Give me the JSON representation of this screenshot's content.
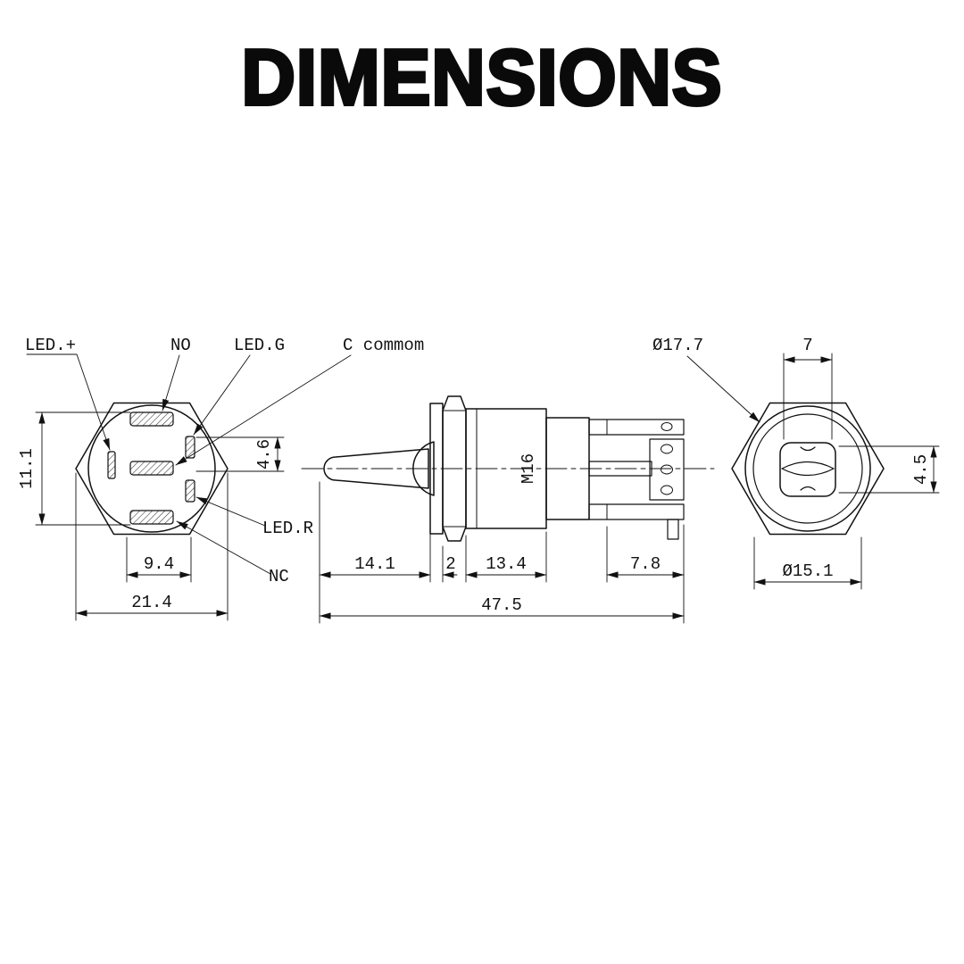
{
  "title": "DIMENSIONS",
  "back_view": {
    "labels": {
      "led_plus": "LED.+",
      "no": "NO",
      "led_g": "LED.G",
      "led_r": "LED.R",
      "nc": "NC"
    },
    "dims": {
      "pin_height": "11.1",
      "led_offset": "4.6",
      "pin_spacing": "9.4",
      "width": "21.4"
    }
  },
  "side_view": {
    "labels": {
      "common": "C commom",
      "thread": "M16"
    },
    "dims": {
      "lever": "14.1",
      "washer": "2",
      "body": "13.4",
      "pins": "7.8",
      "total": "47.5"
    }
  },
  "front_view": {
    "dims": {
      "outer_diameter": "Ø17.7",
      "slot_width": "7",
      "slot_height": "4.5",
      "face_diameter": "Ø15.1"
    }
  }
}
